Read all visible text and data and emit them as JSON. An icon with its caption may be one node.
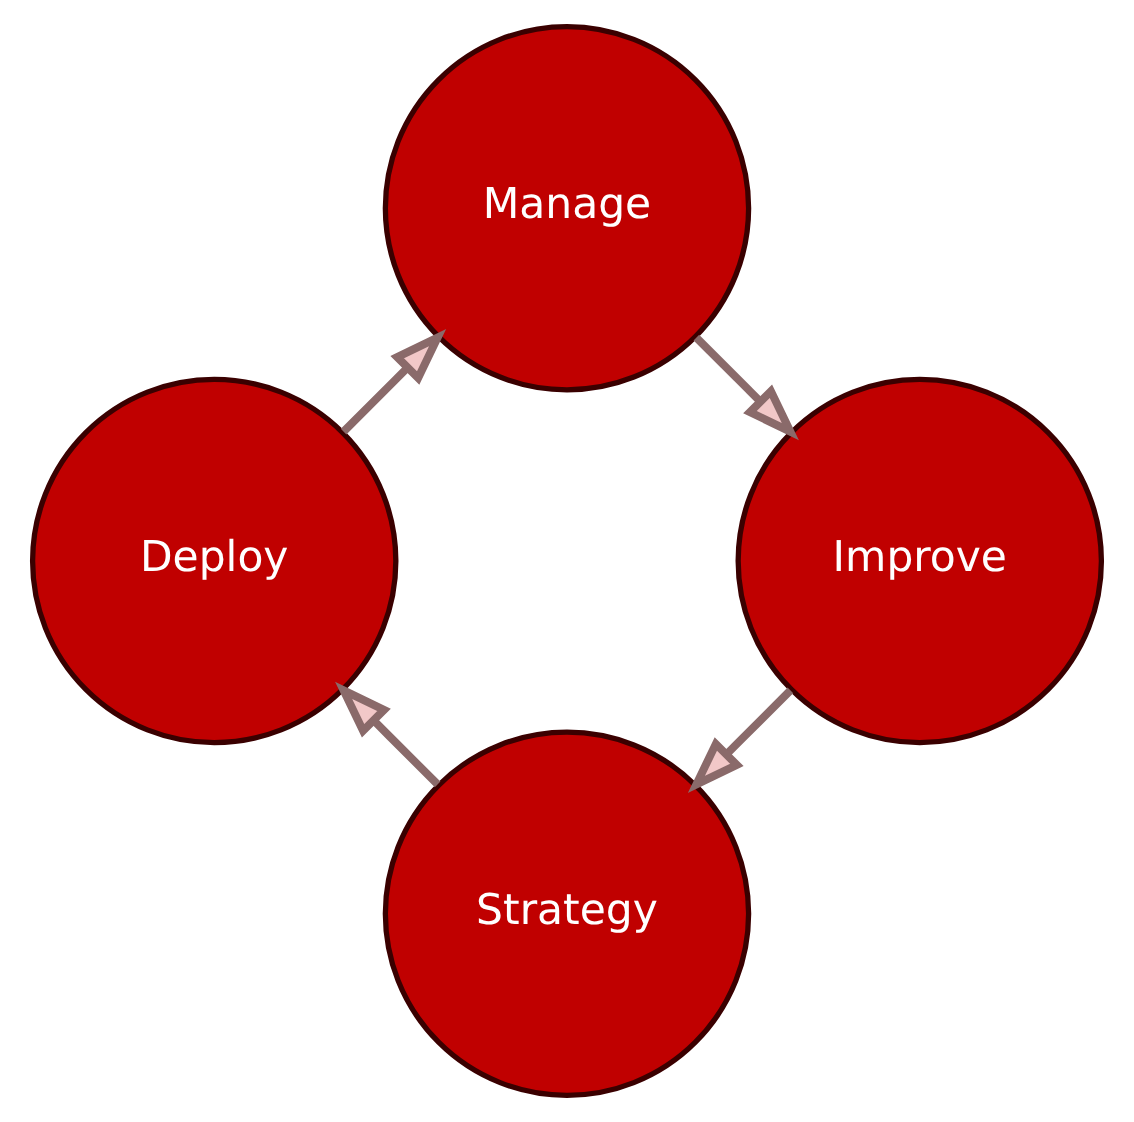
{
  "diagram": {
    "nodes": [
      {
        "text": [
          "Strategy"
        ]
      },
      {
        "text": [
          "Deploy"
        ]
      },
      {
        "text": [
          "Manage"
        ]
      },
      {
        "text": [
          "Improve"
        ]
      }
    ],
    "edges": [
      {
        "from": 0,
        "to": 1,
        "arrow": "to"
      },
      {
        "from": 1,
        "to": 2,
        "arrow": "to"
      },
      {
        "from": 2,
        "to": 3,
        "arrow": "to"
      },
      {
        "from": 3,
        "to": 0,
        "arrow": "to"
      }
    ]
  }
}
